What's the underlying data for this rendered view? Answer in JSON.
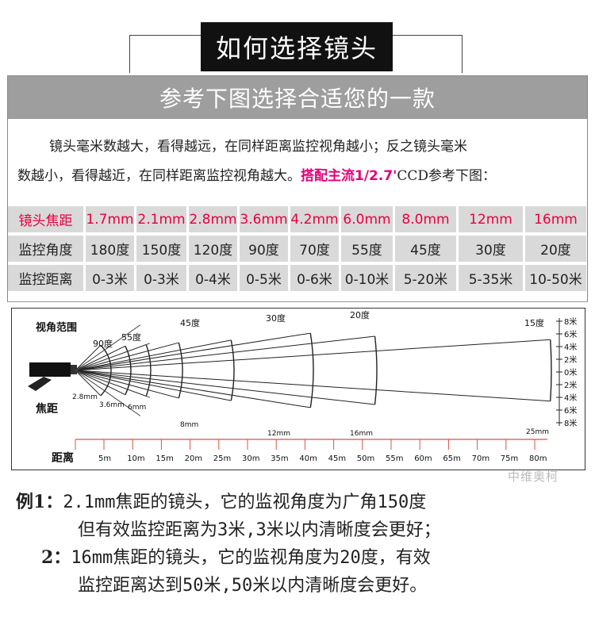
{
  "header": {
    "title": "如何选择镜头"
  },
  "banner": {
    "subtitle": "参考下图选择合适您的一款"
  },
  "intro": {
    "line1": "镜头毫米数越大，看得越远，在同样距离监控视角越小；反之镜头毫米",
    "line2_a": "数越小，看得越近，在同样距离监控视角越大。",
    "line2_highlight": "搭配主流1/2.7'",
    "line2_b": "CCD参考下图："
  },
  "table": {
    "row_labels": [
      "镜头焦距",
      "监控角度",
      "监控距离"
    ],
    "focal": [
      "1.7mm",
      "2.1mm",
      "2.8mm",
      "3.6mm",
      "4.2mm",
      "6.0mm",
      "8.0mm",
      "12mm",
      "16mm"
    ],
    "angle": [
      "180度",
      "150度",
      "120度",
      "90度",
      "70度",
      "55度",
      "45度",
      "30度",
      "20度"
    ],
    "distance": [
      "0-3米",
      "0-3米",
      "0-4米",
      "0-5米",
      "0-6米",
      "0-10米",
      "5-20米",
      "5-35米",
      "10-50米"
    ]
  },
  "diagram": {
    "label_view": "视角范围",
    "label_focal": "焦距",
    "label_distance": "距离",
    "angle_labels": [
      "90度",
      "55度",
      "45度",
      "30度",
      "20度",
      "15度"
    ],
    "focal_labels": [
      "2.8mm",
      "3.6mm",
      "6mm",
      "8mm",
      "12mm",
      "16mm",
      "25mm"
    ],
    "width_scale": [
      "8米",
      "6米",
      "4米",
      "2米",
      "0米",
      "2米",
      "4米",
      "6米",
      "8米"
    ],
    "distance_scale": [
      "5m",
      "10m",
      "15m",
      "20m",
      "25m",
      "30m",
      "35m",
      "40m",
      "45m",
      "50m",
      "55m",
      "60m",
      "65m",
      "70m",
      "75m",
      "80m"
    ]
  },
  "examples": {
    "ex1_label": "例1：",
    "ex1_line1": "2.1mm焦距的镜头，它的监视角度为广角150度",
    "ex1_line2": "但有效监控距离为3米,3米以内清晰度会更好；",
    "ex2_label": "2：",
    "ex2_line1": "16mm焦距的镜头，它的监视角度为20度，有效",
    "ex2_line2": "监控距离达到50米,50米以内清晰度会更好。"
  },
  "watermark": "中维奥柯",
  "colors": {
    "accent": "#e8003d",
    "highlight": "#e6007a",
    "banner": "#9e9e9e",
    "cell": "#d9d9d9"
  }
}
